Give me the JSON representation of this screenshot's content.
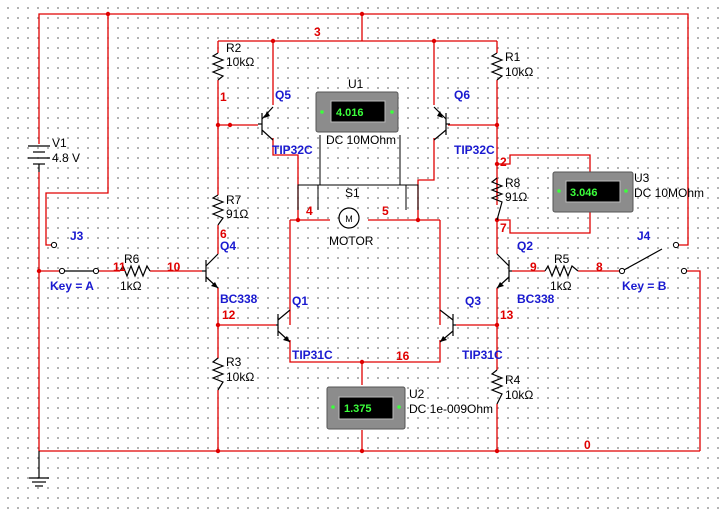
{
  "nodes": {
    "n0": "0",
    "n1": "1",
    "n2": "2",
    "n3": "3",
    "n4": "4",
    "n5": "5",
    "n6": "6",
    "n7": "7",
    "n8": "8",
    "n9": "9",
    "n10": "10",
    "n11": "11",
    "n12": "12",
    "n13": "13",
    "n16": "16"
  },
  "components": {
    "v1": {
      "ref": "V1",
      "value": "4.8 V"
    },
    "r1": {
      "ref": "R1",
      "value": "10kΩ"
    },
    "r2": {
      "ref": "R2",
      "value": "10kΩ"
    },
    "r3": {
      "ref": "R3",
      "value": "10kΩ"
    },
    "r4": {
      "ref": "R4",
      "value": "10kΩ"
    },
    "r5": {
      "ref": "R5",
      "value": "1kΩ"
    },
    "r6": {
      "ref": "R6",
      "value": "1kΩ"
    },
    "r7": {
      "ref": "R7",
      "value": "91Ω"
    },
    "r8": {
      "ref": "R8",
      "value": "91Ω"
    },
    "q1": {
      "ref": "Q1",
      "model": "TIP31C"
    },
    "q2": {
      "ref": "Q2",
      "model": "BC338"
    },
    "q3": {
      "ref": "Q3",
      "model": "TIP31C"
    },
    "q4": {
      "ref": "Q4",
      "model": "BC338"
    },
    "q5": {
      "ref": "Q5",
      "model": "TIP32C"
    },
    "q6": {
      "ref": "Q6",
      "model": "TIP32C"
    },
    "s1": {
      "ref": "S1",
      "label": "MOTOR",
      "symbol": "M"
    },
    "j3": {
      "ref": "J3",
      "key": "Key = A"
    },
    "j4": {
      "ref": "J4",
      "key": "Key = B"
    }
  },
  "meters": {
    "u1": {
      "ref": "U1",
      "reading": "4.016",
      "mode": "DC  10MOhm"
    },
    "u2": {
      "ref": "U2",
      "reading": "1.375",
      "mode": "DC  1e-009Ohm"
    },
    "u3": {
      "ref": "U3",
      "reading": "3.046",
      "mode": "DC  10MOhm"
    }
  },
  "colors": {
    "wire": "#e00000",
    "label_blue": "#1a1ad0",
    "meter_display": "#3cff3c",
    "background": "#ffffff"
  }
}
